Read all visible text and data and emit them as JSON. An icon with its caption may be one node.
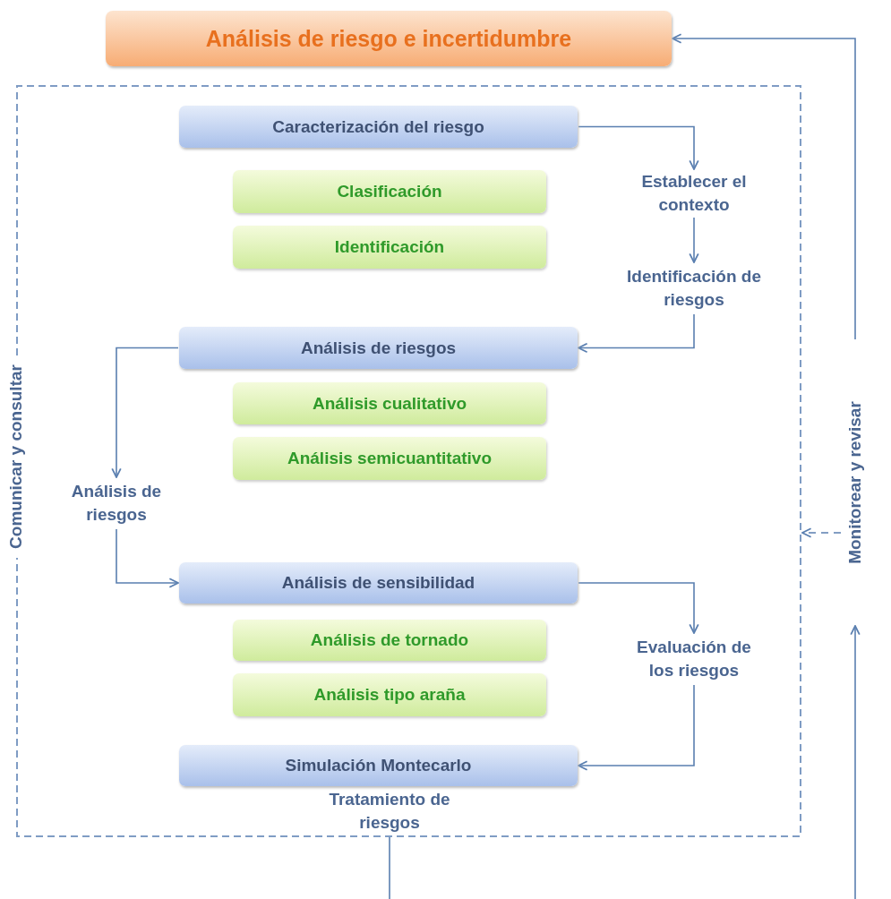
{
  "diagram": {
    "nodes": [
      {
        "text": [
          "Análisis de riesgo e incertidumbre"
        ]
      },
      {
        "text": [
          "Comunicar y consultar"
        ]
      },
      {
        "text": [
          "Caracterización del riesgo"
        ],
        "in": 1
      },
      {
        "text": [
          "Clasificación"
        ],
        "in": 1
      },
      {
        "text": [
          "Identificación"
        ],
        "in": 1
      },
      {
        "text": [
          "Establecer el contexto"
        ],
        "in": 1
      },
      {
        "text": [
          "Identificación de riesgos"
        ],
        "in": 1
      },
      {
        "text": [
          "Análisis de riesgos"
        ],
        "in": 1
      },
      {
        "text": [
          "Análisis de riesgos"
        ],
        "in": 1
      },
      {
        "text": [
          "Análisis cualitativo"
        ],
        "in": 1
      },
      {
        "text": [
          "Análisis semicuantitativo"
        ],
        "in": 1
      },
      {
        "text": [
          "Análisis de sensibilidad"
        ],
        "in": 1
      },
      {
        "text": [
          "Análisis de tornado"
        ],
        "in": 1
      },
      {
        "text": [
          "Análisis tipo araña"
        ],
        "in": 1
      },
      {
        "text": [
          "Evaluación de los riesgos"
        ],
        "in": 1
      },
      {
        "text": [
          "Simulación Montecarlo"
        ],
        "in": 1
      },
      {
        "text": [
          "Tratamiento de riesgos"
        ],
        "in": 1
      },
      {
        "text": [
          "Monitorear y revisar"
        ]
      }
    ],
    "edges": [
      {
        "from": 2,
        "to": 5,
        "arrow": "to"
      },
      {
        "from": 5,
        "to": 6,
        "arrow": "to"
      },
      {
        "from": 6,
        "to": 7,
        "arrow": "to"
      },
      {
        "from": 7,
        "to": 8,
        "arrow": "to"
      },
      {
        "from": 8,
        "to": 11,
        "arrow": "to"
      },
      {
        "from": 11,
        "to": 14,
        "arrow": "to"
      },
      {
        "from": 14,
        "to": 15,
        "arrow": "to"
      },
      {
        "from": 16,
        "to": null,
        "arrow": "none"
      },
      {
        "from": null,
        "to": 17,
        "arrow": "to"
      },
      {
        "from": 17,
        "to": 0,
        "arrow": "to"
      },
      {
        "from": 17,
        "to": 1,
        "arrow": "to",
        "style": "dashed"
      }
    ]
  }
}
